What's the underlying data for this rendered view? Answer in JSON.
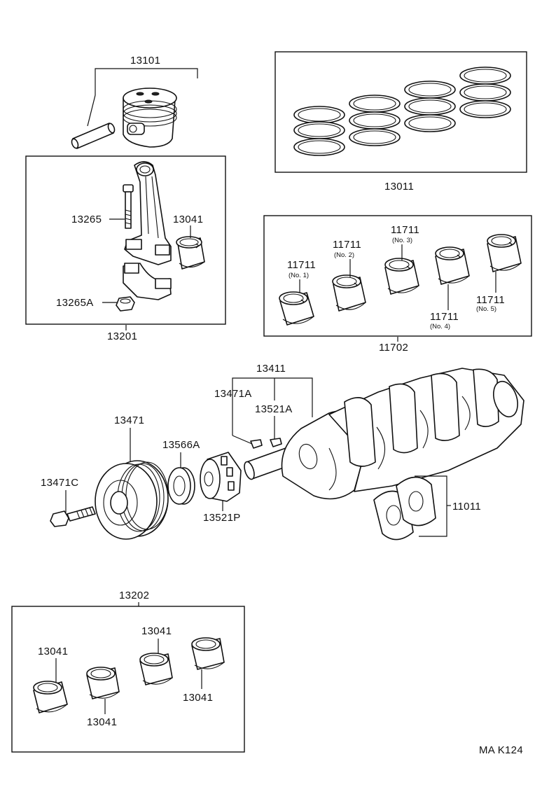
{
  "diagram_code": "MA K124",
  "labels": {
    "piston_set": "13101",
    "piston_ring_set": "13011",
    "connecting_rod_assy": "13201",
    "connecting_rod_bolt": "13265",
    "connecting_rod_nut": "13265A",
    "conrod_bearing_top": "13041",
    "main_bearing_set": "11702",
    "main_bearing_no1": "11711",
    "main_bearing_no1_sub": "(No. 1)",
    "main_bearing_no2": "11711",
    "main_bearing_no2_sub": "(No. 2)",
    "main_bearing_no3": "11711",
    "main_bearing_no3_sub": "(No. 3)",
    "main_bearing_no4": "11711",
    "main_bearing_no4_sub": "(No. 4)",
    "main_bearing_no5": "11711",
    "main_bearing_no5_sub": "(No. 5)",
    "crankshaft_assy": "13411",
    "pulley_key": "13471A",
    "crank_key": "13521A",
    "crank_pulley": "13471",
    "pulley_bolt": "13471C",
    "crank_gear_spacer": "13566A",
    "crank_gear": "13521P",
    "thrust_washer": "11011",
    "conrod_bearing_set": "13202",
    "bearing_a": "13041",
    "bearing_b": "13041",
    "bearing_c": "13041",
    "bearing_d": "13041"
  }
}
